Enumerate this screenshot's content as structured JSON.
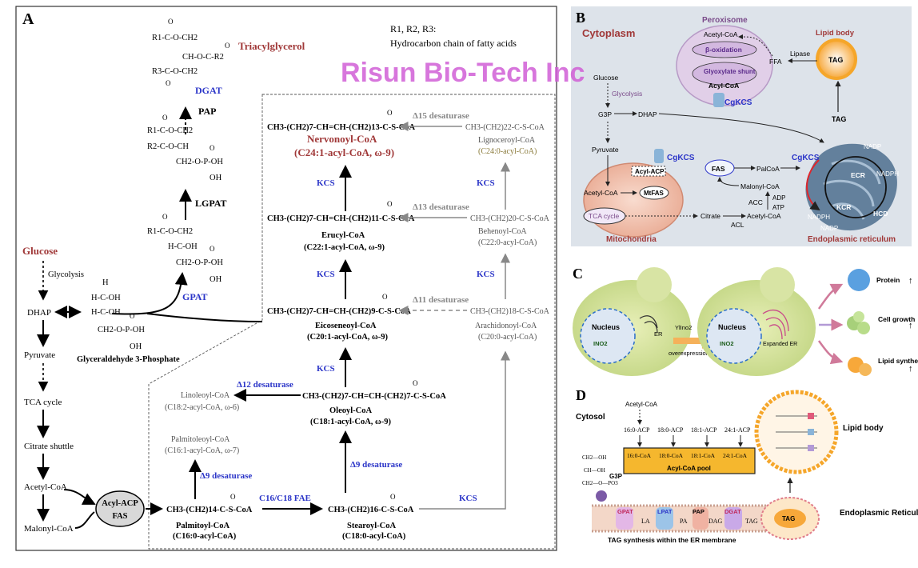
{
  "panelA": {
    "label": "A",
    "r_legend": "R1, R2, R3:",
    "r_desc": "Hydrocarbon chain of fatty acids",
    "triacylglycerol": "Triacylglycerol",
    "dgat": "DGAT",
    "pap": "PAP",
    "lgpat": "LGPAT",
    "gpat": "GPAT",
    "glucose": "Glucose",
    "glycolysis": "Glycolysis",
    "dhap": "DHAP",
    "pyruvate": "Pyruvate",
    "tca": "TCA cycle",
    "citrate_shuttle": "Citrate shuttle",
    "acetyl_coa": "Acetyl-CoA",
    "malonyl_coa": "Malonyl-CoA",
    "acyl_acp": "Acyl-ACP",
    "fas": "FAS",
    "g3p_label": "Glyceraldehyde 3-Phosphate",
    "palmitoyl_formula": "CH3-(CH2)14-C-S-CoA",
    "palmitoyl_name": "Palmitoyl-CoA",
    "palmitoyl_sub": "(C16:0-acyl-CoA)",
    "stearoyl_formula": "CH3-(CH2)16-C-S-CoA",
    "stearoyl_name": "Stearoyl-CoA",
    "stearoyl_sub": "(C18:0-acyl-CoA)",
    "c16c18_fae": "C16/C18 FAE",
    "kcs": "KCS",
    "d9_desaturase": "Δ9 desaturase",
    "d12_desaturase": "Δ12 desaturase",
    "d11_desaturase": "Δ11 desaturase",
    "d13_desaturase": "Δ13 desaturase",
    "d15_desaturase": "Δ15 desaturase",
    "palmitoleoyl_name": "Palmitoleoyl-CoA",
    "palmitoleoyl_sub": "(C16:1-acyl-CoA, ω-7)",
    "linoleoyl_name": "Linoleoyl-CoA",
    "linoleoyl_sub": "(C18:2-acyl-CoA, ω-6)",
    "oleoyl_formula": "CH3-(CH2)7-CH=CH-(CH2)7-C-S-CoA",
    "oleoyl_name": "Oleoyl-CoA",
    "oleoyl_sub": "(C18:1-acyl-CoA, ω-9)",
    "eicosenoyl_formula": "CH3-(CH2)7-CH=CH-(CH2)9-C-S-CoA",
    "eicosenoyl_name": "Eicoseneoyl-CoA",
    "eicosenoyl_sub": "(C20:1-acyl-CoA, ω-9)",
    "arachidonoyl_formula": "CH3-(CH2)18-C-S-CoA",
    "arachidonoyl_name": "Arachidonoyl-CoA",
    "arachidonoyl_sub": "(C20:0-acyl-CoA)",
    "erucyl_formula": "CH3-(CH2)7-CH=CH-(CH2)11-C-S-CoA",
    "erucyl_name": "Erucyl-CoA",
    "erucyl_sub": "(C22:1-acyl-CoA, ω-9)",
    "behenoyl_formula": "CH3-(CH2)20-C-S-CoA",
    "behenoyl_name": "Behenoyl-CoA",
    "behenoyl_sub": "(C22:0-acyl-CoA)",
    "nervonoyl_formula": "CH3-(CH2)7-CH=CH-(CH2)13-C-S-CoA",
    "nervonoyl_name": "Nervonoyl-CoA",
    "nervonoyl_sub": "(C24:1-acyl-CoA, ω-9)",
    "lignoceroyl_formula": "CH3-(CH2)22-C-S-CoA",
    "lignoceroyl_name": "Lignoceroyl-CoA",
    "lignoceroyl_sub": "(C24:0-acyl-CoA)",
    "tag_lines": [
      "R1-C-O-CH2",
      "CH-O-C-R2",
      "R3-C-O-CH2"
    ],
    "dag_lines": [
      "R1-C-O-CH2",
      "R2-C-O-CH",
      "CH2-O-P-OH",
      "OH"
    ],
    "lpa_lines": [
      "R1-C-O-CH2",
      "H-C-OH",
      "CH2-O-P-OH",
      "OH"
    ],
    "g3p_lines": [
      "H",
      "H-C-OH",
      "H-C-OH",
      "CH2-O-P-OH",
      "OH"
    ]
  },
  "watermark": "Risun Bio-Tech Inc",
  "panelB": {
    "label": "B",
    "cytoplasm": "Cytoplasm",
    "peroxisome": "Peroxisome",
    "lipid_body": "Lipid body",
    "acetyl_coa": "Acetyl-CoA",
    "beta_ox": "β-oxidation",
    "glyox": "Glyoxylate shunt",
    "acyl_coa": "Acyl-CoA",
    "cgkcs": "CgKCS",
    "lipase": "Lipase",
    "ffa": "FFA",
    "tag": "TAG",
    "glucose": "Glucose",
    "glycolysis": "Glycolysis",
    "g3p": "G3P",
    "dhap": "DHAP",
    "pyruvate": "Pyruvate",
    "acyl_acp": "Acyl-ACP",
    "mtfas": "MtFAS",
    "tca": "TCA cycle",
    "mitochondria": "Mitochondria",
    "citrate": "Citrate",
    "acl": "ACL",
    "fas": "FAS",
    "palcoa": "PalCoA",
    "malonyl": "Malonyl-CoA",
    "acc": "ACC",
    "adp": "ADP",
    "atp": "ATP",
    "nadp": "NADP",
    "nadph": "NADPH",
    "ecr": "ECR",
    "kcr": "KCR",
    "hcd": "HCD",
    "er": "Endoplasmic reticulum"
  },
  "panelC": {
    "label": "C",
    "nucleus": "Nucleus",
    "ino": "INO2",
    "er": "ER",
    "arrow_text1": "YlIno2",
    "arrow_text2": "overexpression",
    "expanded_er": "Expanded ER",
    "protein": "Protein",
    "cell_growth": "Cell growth",
    "lipid_synthesis": "Lipid synthesis",
    "up": "↑"
  },
  "panelD": {
    "label": "D",
    "cytosol": "Cytosol",
    "acetyl_coa": "Acetyl-CoA",
    "acp_chain": [
      "16:0-ACP",
      "18:0-ACP",
      "18:1-ACP",
      "24:1-ACP"
    ],
    "coa_chain": [
      "16:0-CoA",
      "18:0-CoA",
      "18:1-CoA",
      "24:1-CoA"
    ],
    "acyl_pool": "Acyl-CoA pool",
    "lipid_body": "Lipid body",
    "g3p": "G3P",
    "gpat": "GPAT",
    "lpat": "LPAT",
    "pap": "PAP",
    "dgat": "DGAT",
    "la": "LA",
    "pa": "PA",
    "dag": "DAG",
    "tag": "TAG",
    "er_label": "Endoplasmic Reticulum",
    "tag_synthesis": "TAG synthesis within the ER membrane",
    "struct_lines": [
      "CH2—OH",
      "CH—OH",
      "CH2—O—PO3"
    ]
  },
  "colors": {
    "crimson": "#a03838",
    "kcs_blue": "#2b35c8",
    "grey": "#8a8a8a",
    "watermark": "#d15fd6"
  }
}
